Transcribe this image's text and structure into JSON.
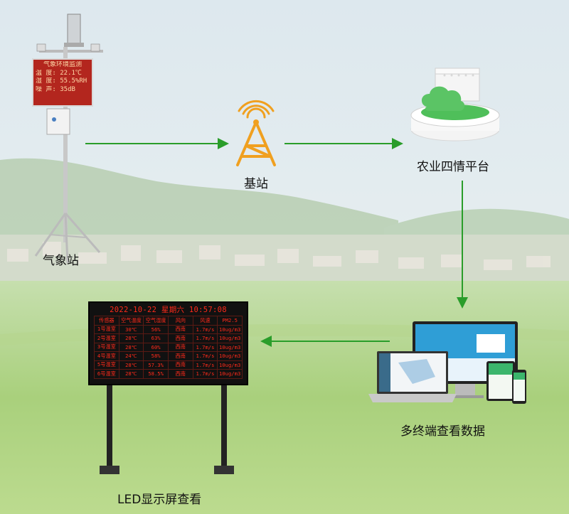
{
  "colors": {
    "arrow": "#2a9d2a",
    "tower": "#f0a020",
    "led_text": "#ff2a1a",
    "sky": "#dfe9ee",
    "field": "#9bc96a"
  },
  "nodes": {
    "weather_station": "气象站",
    "base_station": "基站",
    "platform": "农业四情平台",
    "multi_terminal": "多终端查看数据",
    "led_display": "LED显示屏查看"
  },
  "station_sign": {
    "title": "气象环境监测",
    "lines": [
      "温  度: 22.1℃",
      "湿  度: 55.5%RH",
      "噪  声: 35dB"
    ]
  },
  "led": {
    "header": "2022-10-22 星期六 10:57:08",
    "columns": [
      "传感器",
      "空气温度",
      "空气湿度",
      "风向",
      "风速",
      "PM2.5"
    ],
    "rows": [
      [
        "1号温室",
        "30℃",
        "56%",
        "西南",
        "1.7m/s",
        "10ug/m3"
      ],
      [
        "2号温室",
        "28℃",
        "63%",
        "西南",
        "1.7m/s",
        "10ug/m3"
      ],
      [
        "3号温室",
        "28℃",
        "60%",
        "西南",
        "1.7m/s",
        "10ug/m3"
      ],
      [
        "4号温室",
        "24℃",
        "58%",
        "西南",
        "1.7m/s",
        "10ug/m3"
      ],
      [
        "5号温室",
        "28℃",
        "57.3%",
        "西南",
        "1.7m/s",
        "10ug/m3"
      ],
      [
        "6号温室",
        "28℃",
        "58.5%",
        "西南",
        "1.7m/s",
        "10ug/m3"
      ]
    ]
  },
  "icons": {
    "base_station": "antenna-tower-icon",
    "platform": "cloud-server-icon",
    "devices": "monitor-laptop-tablet-phone-icon"
  }
}
